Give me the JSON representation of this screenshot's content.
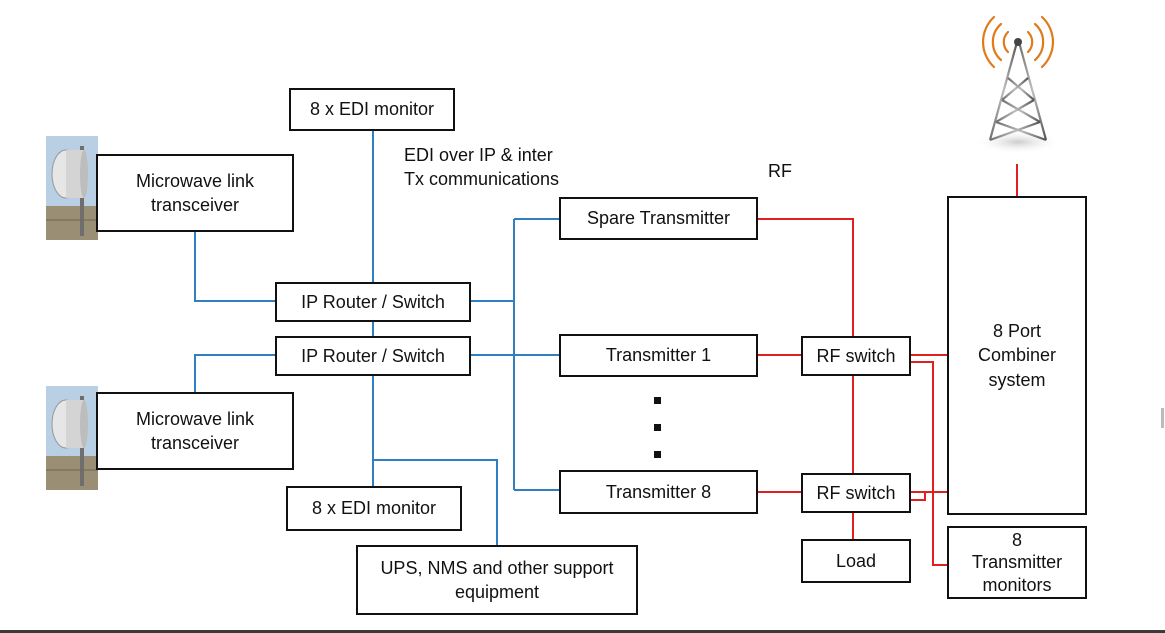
{
  "diagram": {
    "title": "",
    "nodes": {
      "edi_monitor_top": "8 x EDI monitor",
      "microwave_top": "Microwave link\ntransceiver",
      "ip_router_1": "IP Router / Switch",
      "ip_router_2": "IP Router / Switch",
      "microwave_bottom": "Microwave link\ntransceiver",
      "edi_monitor_bottom": "8 x EDI monitor",
      "ups": "UPS, NMS and other support\nequipment",
      "spare_tx": "Spare Transmitter",
      "tx1": "Transmitter 1",
      "tx8": "Transmitter 8",
      "rf_switch_1": "RF switch",
      "rf_switch_2": "RF switch",
      "load": "Load",
      "combiner": "8 Port\nCombiner\nsystem",
      "tx_monitors": "8\nTransmitter\nmonitors"
    },
    "labels": {
      "edi_note": "EDI over IP & inter\nTx communications",
      "rf_note": "RF"
    },
    "colors": {
      "ip_link": "#2f7fc1",
      "rf_link": "#e02020",
      "border": "#111111"
    },
    "icons": [
      "antenna-tower-icon",
      "microwave-dish-icon"
    ]
  }
}
